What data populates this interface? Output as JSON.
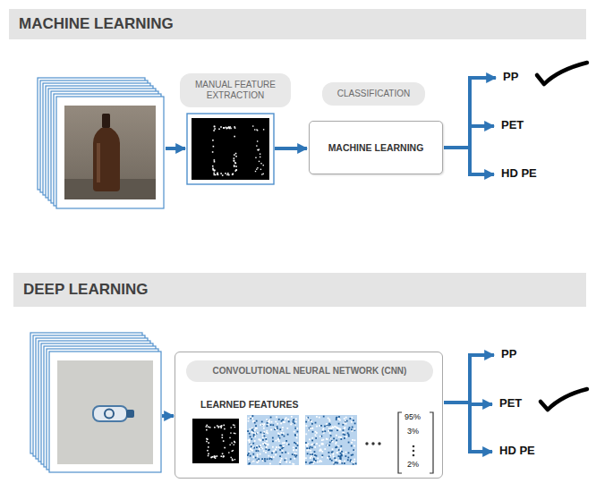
{
  "diagram": {
    "nodes": [
      {
        "text": [
          "MACHINE LEARNING"
        ]
      },
      {
        "text": [
          "MANUAL FEATURE EXTRACTION"
        ]
      },
      {
        "text": [
          "CLASSIFICATION"
        ]
      },
      {
        "text": [
          "MACHINE LEARNING"
        ]
      },
      {
        "text": [
          "DEEP LEARNING"
        ]
      },
      {
        "text": [
          "LEARNED FEATURES"
        ]
      },
      {
        "text": [
          "CONVOLUTIONAL NEURAL NETWORK (CNN)"
        ],
        "in": 5
      }
    ],
    "labels": [
      "PP",
      "PET",
      "HD PE",
      "PP",
      "PET",
      "HD PE",
      "95%",
      "3%",
      "2%"
    ]
  }
}
